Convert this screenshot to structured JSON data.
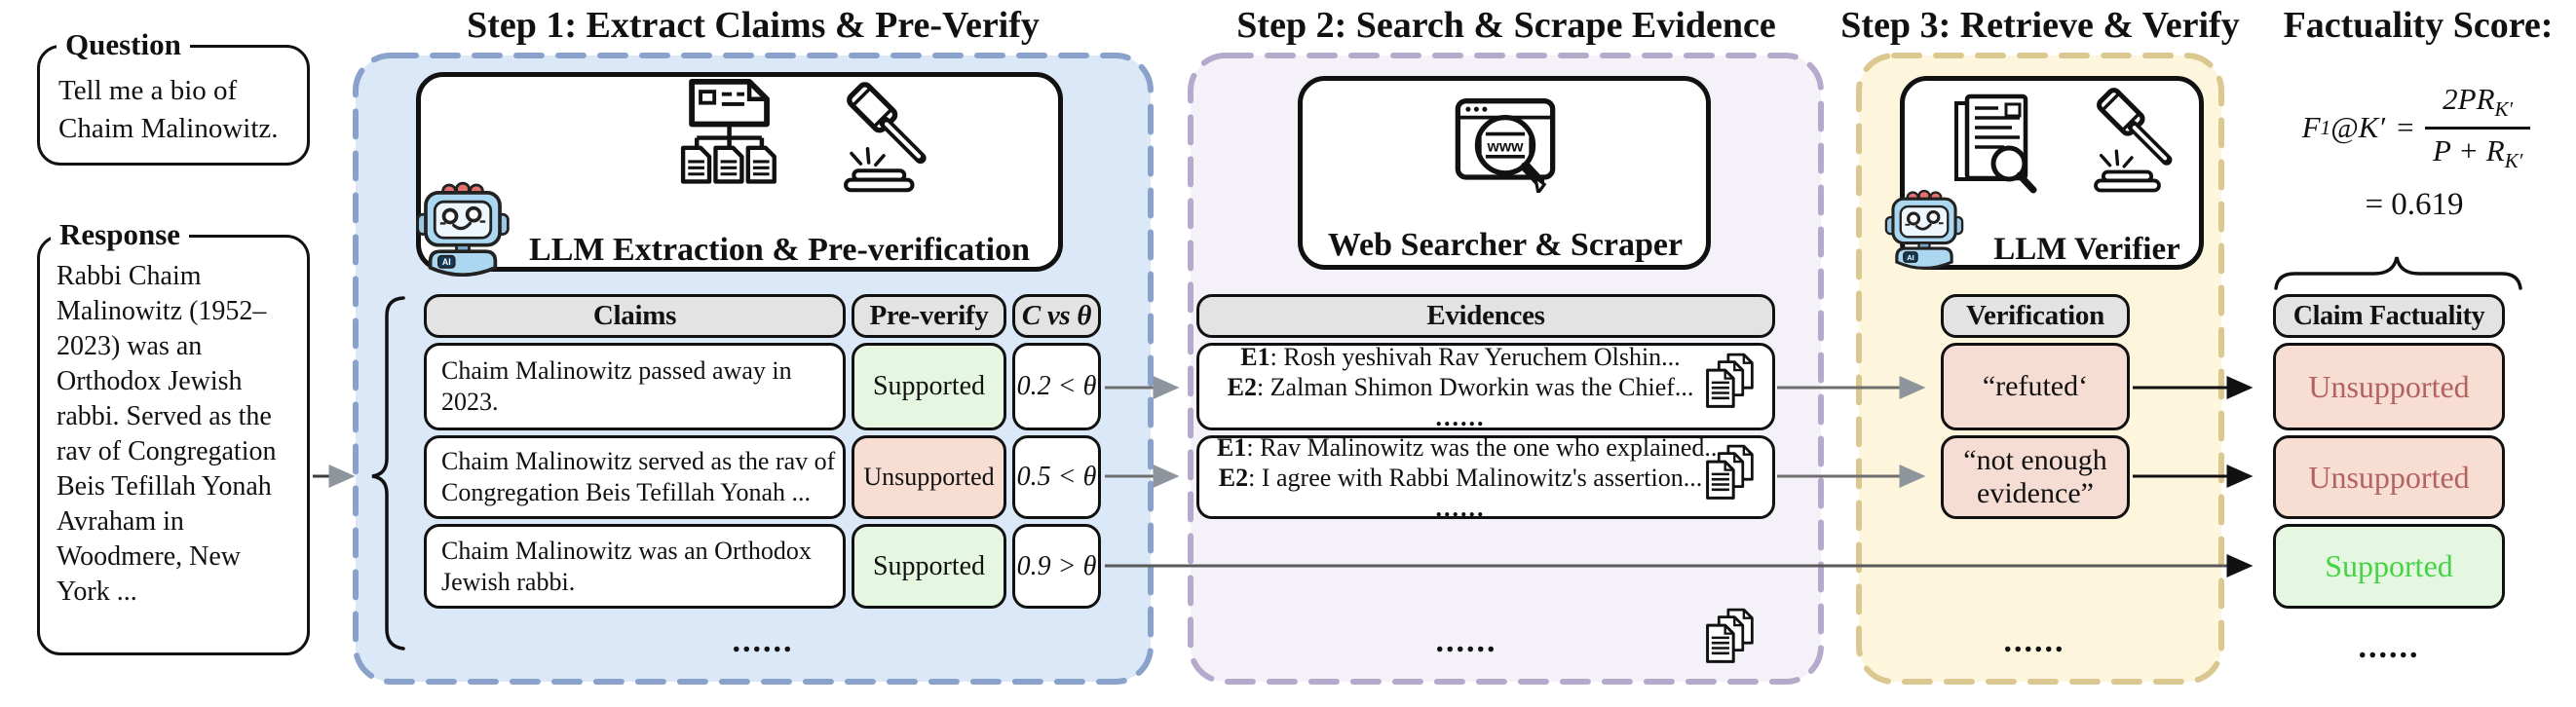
{
  "palette": {
    "step1_fill": "#dbe8f7",
    "step1_border": "#8aa2cb",
    "step2_fill": "#f5f1f9",
    "step2_border": "#b5a9cc",
    "step3_fill": "#fdf5dc",
    "step3_border": "#dbc891",
    "header_gray": "#e3e3e3",
    "supported_fill": "#e6f7e1",
    "unsupported_fill": "#f8ddd3",
    "verification_fill": "#f6ddd4",
    "supported_text": "#44d344",
    "unsupported_text": "#b2625f"
  },
  "question": {
    "label": "Question",
    "text": "Tell me a bio of Chaim Malinowitz."
  },
  "response": {
    "label": "Response",
    "text": "Rabbi Chaim Malinowitz (1952–2023) was an Orthodox Jewish rabbi. Served as the rav of Congregation Beis Tefillah Yonah Avraham in Woodmere, New York ..."
  },
  "step1": {
    "title": "Step 1: Extract Claims & Pre-Verify",
    "module": "LLM Extraction & Pre-verification"
  },
  "step2": {
    "title": "Step 2: Search & Scrape Evidence",
    "module": "Web Searcher & Scraper"
  },
  "step3": {
    "title": "Step 3: Retrieve & Verify",
    "module": "LLM Verifier"
  },
  "claims": {
    "headers": {
      "claims": "Claims",
      "pre_verify": "Pre-verify",
      "c_vs_theta": "C vs θ"
    },
    "rows": [
      {
        "claim": "Chaim Malinowitz passed away in 2023.",
        "pre_verify": "Supported",
        "status": "supported",
        "c": "0.2 < θ"
      },
      {
        "claim": "Chaim Malinowitz served as the rav of Congregation Beis Tefillah Yonah ...",
        "pre_verify": "Unsupported",
        "status": "unsupported",
        "c": "0.5 < θ"
      },
      {
        "claim": "Chaim Malinowitz was an Orthodox Jewish rabbi.",
        "pre_verify": "Supported",
        "status": "supported",
        "c": "0.9 > θ"
      }
    ],
    "more": "......"
  },
  "evidences": {
    "header": "Evidences",
    "rows": [
      {
        "e1_label": "E1",
        "e1_text": ": Rosh yeshivah Rav Yeruchem Olshin...",
        "e2_label": "E2",
        "e2_text": ": Zalman Shimon Dworkin was the Chief...",
        "more": "......"
      },
      {
        "e1_label": "E1",
        "e1_text": ": Rav Malinowitz was the one who explained...",
        "e2_label": "E2",
        "e2_text": ":  I agree with Rabbi Malinowitz's assertion...",
        "more": "......"
      }
    ],
    "more": "......"
  },
  "verification": {
    "header": "Verification",
    "rows": [
      "“refuted‘",
      "“not enough evidence”"
    ],
    "row2_line1": "“not enough",
    "row2_line2": "evidence”",
    "more": "......"
  },
  "claim_factuality": {
    "header": "Claim Factuality",
    "rows": [
      {
        "label": "Unsupported",
        "status": "unsupported"
      },
      {
        "label": "Unsupported",
        "status": "unsupported"
      },
      {
        "label": "Supported",
        "status": "supported"
      }
    ],
    "more": "......"
  },
  "factuality_score": {
    "title": "Factuality Score:",
    "f": "F",
    "f_sub": "1",
    "at_k": "@K′",
    "eq": "=",
    "numerator": "2PR",
    "numerator_sub": "K′",
    "denominator": "P + R",
    "denominator_sub": "K′",
    "result": "= 0.619"
  },
  "icons": {
    "www": "www",
    "ai_badge": "AI"
  }
}
